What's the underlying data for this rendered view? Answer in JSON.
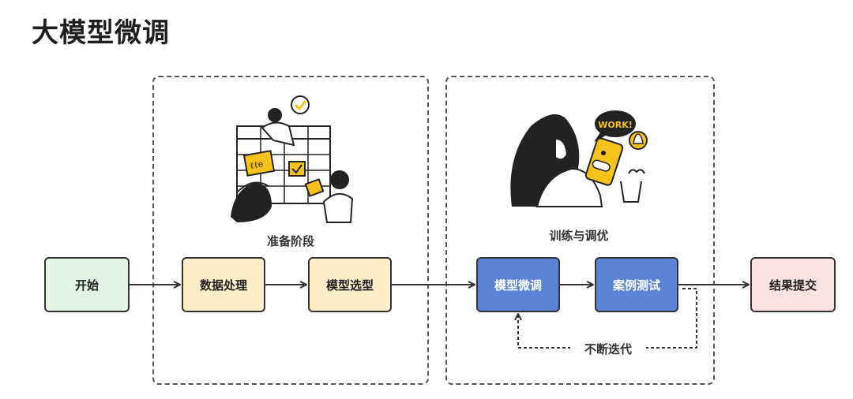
{
  "title": "大模型微调",
  "groups": {
    "prep": {
      "label": "准备阶段"
    },
    "train": {
      "label": "训练与调优"
    }
  },
  "nodes": {
    "start": "开始",
    "data_processing": "数据处理",
    "model_selection": "模型选型",
    "fine_tuning": "模型微调",
    "case_testing": "案例测试",
    "submit": "结果提交"
  },
  "loop_label": "不断迭代",
  "illustrations": {
    "prep_badge": "ℓℓe",
    "train_bubble": "WORK!"
  },
  "colors": {
    "start": "#e2f4e3",
    "prep_nodes": "#fcefc8",
    "train_nodes": "#5b83d6",
    "submit": "#fbe1e1",
    "accent_yellow": "#f7c21b"
  }
}
